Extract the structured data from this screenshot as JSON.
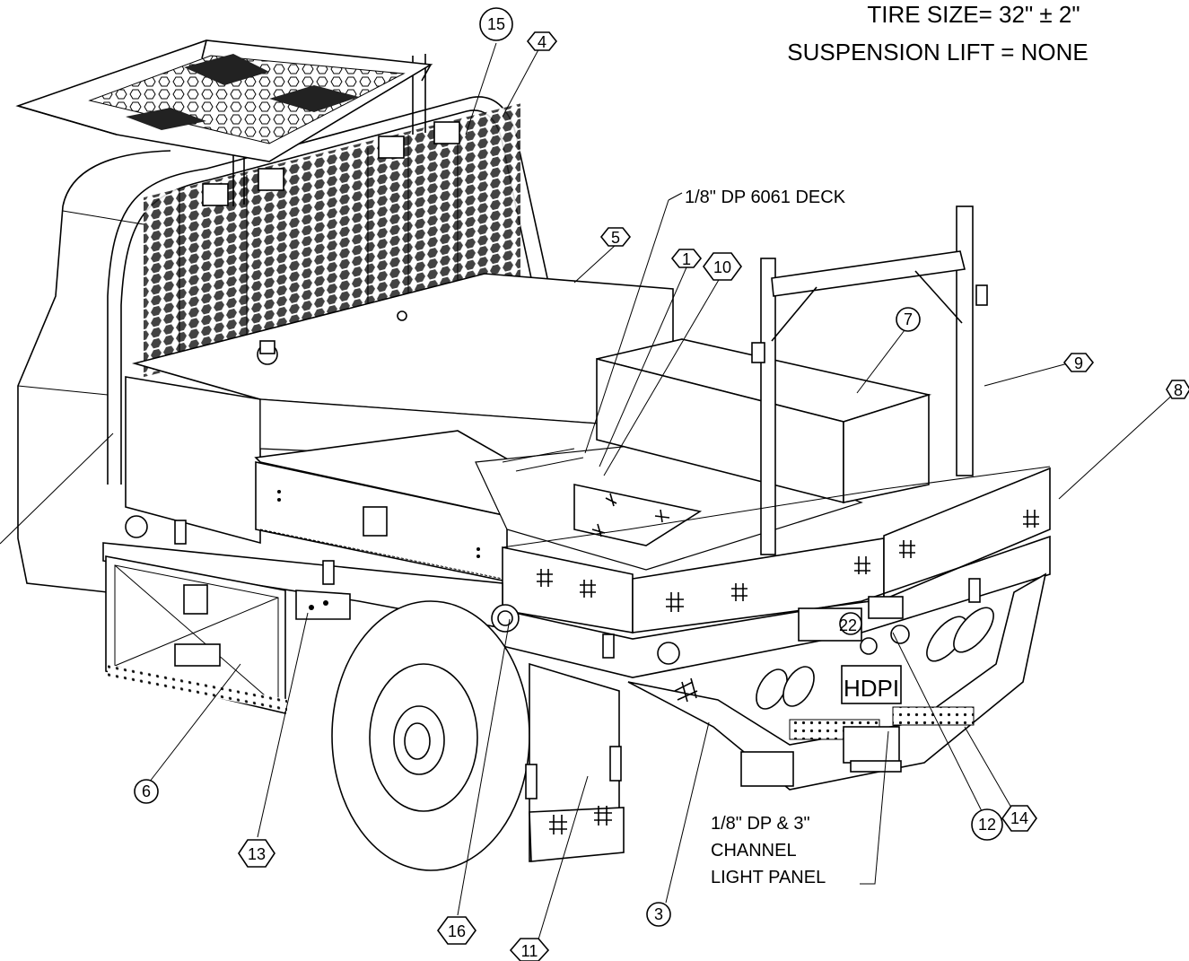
{
  "notes": {
    "tire_size": "TIRE SIZE= 32\" ± 2\"",
    "suspension_lift": "SUSPENSION LIFT = NONE",
    "deck": "1/8\" DP 6061 DECK",
    "light_panel_1": "1/8\" DP & 3\"",
    "light_panel_2": "CHANNEL",
    "light_panel_3": "LIGHT PANEL"
  },
  "balloons": {
    "b1": "1",
    "b3": "3",
    "b4": "4",
    "b5": "5",
    "b6": "6",
    "b7": "7",
    "b8": "8",
    "b9": "9",
    "b10": "10",
    "b11": "11",
    "b12": "12",
    "b13": "13",
    "b14": "14",
    "b15": "15",
    "b16": "16"
  },
  "plate": "HDPI",
  "badge": "22"
}
